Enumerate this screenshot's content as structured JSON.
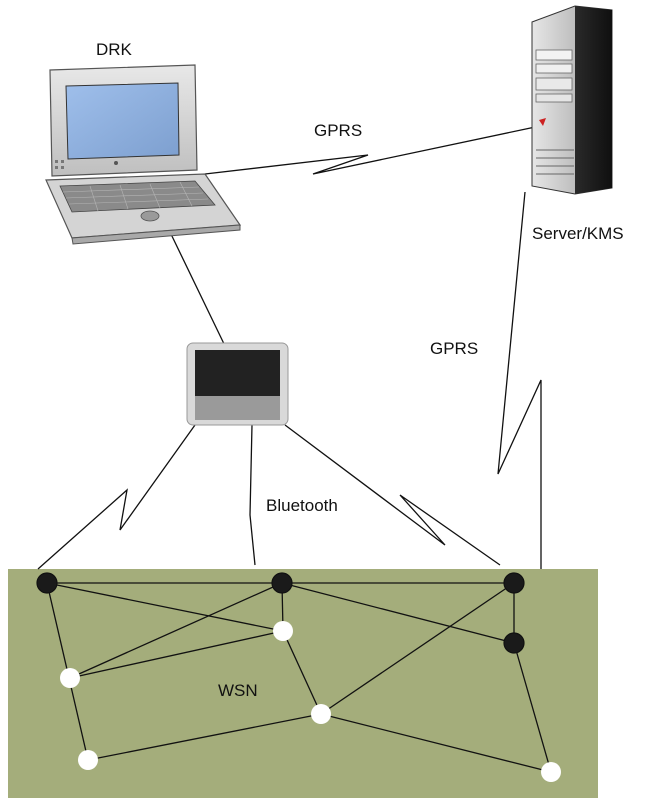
{
  "labels": {
    "drk": "DRK",
    "gprs_top": "GPRS",
    "server_kms": "Server/KMS",
    "gprs_right": "GPRS",
    "bluetooth": "Bluetooth",
    "wsn": "WSN"
  },
  "colors": {
    "wsn_field": "#a4ad7b",
    "node_black": "#1a1a1a",
    "node_white": "#ffffff",
    "laptop_screen": "#8fb0de",
    "gateway_top": "#222222",
    "gateway_bottom": "#9a9a9a",
    "server_body": "#3a3a3a",
    "server_accent": "#cc2222"
  },
  "icons": {
    "laptop": "laptop-icon",
    "server": "server-tower-icon",
    "gateway": "gateway-device-icon"
  }
}
